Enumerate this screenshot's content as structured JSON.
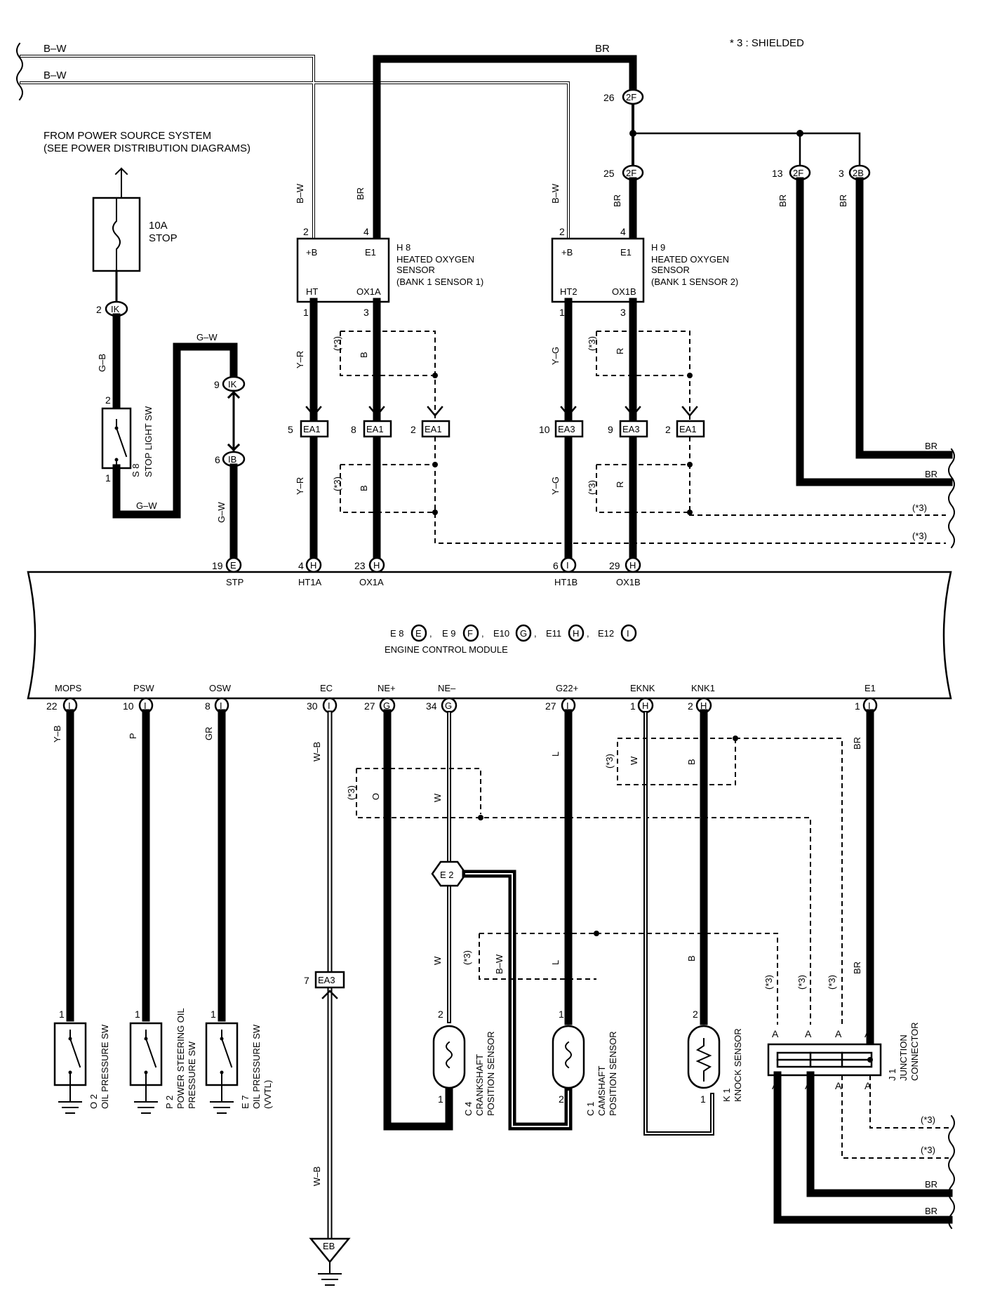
{
  "note": "* 3 : SHIELDED",
  "shielded_mark": "(*3)",
  "power": {
    "from_line1": "FROM POWER SOURCE SYSTEM",
    "from_line2": "(SEE POWER DISTRIBUTION DIAGRAMS)",
    "fuse_rating": "10A",
    "fuse_name": "STOP"
  },
  "wire_colors": {
    "bw": "B–W",
    "br": "BR",
    "gb": "G–B",
    "gw": "G–W",
    "yr": "Y–R",
    "yg": "Y–G",
    "b": "B",
    "r": "R",
    "yb": "Y–B",
    "p": "P",
    "gr": "GR",
    "wb": "W–B",
    "o": "O",
    "w": "W",
    "l": "L",
    "bw2": "B–W"
  },
  "connectors": {
    "ik": "IK",
    "ib": "IB",
    "f2": "2F",
    "b2": "2B",
    "ea1": "EA1",
    "ea3": "EA3",
    "eb": "EB",
    "e2": "E 2",
    "e": "E",
    "h": "H",
    "i": "I",
    "g": "G"
  },
  "pin_numbers": {
    "ik2": "2",
    "ik9": "9",
    "ib6": "6",
    "f26": "26",
    "f25": "25",
    "f13": "13",
    "b3": "3",
    "h8_2": "2",
    "h8_4": "4",
    "h8_1": "1",
    "h8_3": "3",
    "h9_2": "2",
    "h9_4": "4",
    "h9_1": "1",
    "h9_3": "3",
    "ea1_5": "5",
    "ea1_8": "8",
    "ea1_2a": "2",
    "ea3_10": "10",
    "ea3_9": "9",
    "ea1_2b": "2",
    "s8_2": "2",
    "s8_1": "1",
    "ecm_19": "19",
    "ecm_4": "4",
    "ecm_23": "23",
    "ecm_6": "6",
    "ecm_29": "29",
    "ecm_22": "22",
    "ecm_10": "10",
    "ecm_8": "8",
    "ecm_30": "30",
    "ecm_27a": "27",
    "ecm_34": "34",
    "ecm_27b": "27",
    "ecm_1a": "1",
    "ecm_2": "2",
    "ecm_1b": "1",
    "ea3_7": "7",
    "o2_1": "1",
    "p2_1": "1",
    "e7_1": "1",
    "c4_2": "2",
    "c4_1": "1",
    "c1_1": "1",
    "c1_2": "2",
    "k1_2": "2",
    "k1_1": "1",
    "j_a": "A"
  },
  "h8": {
    "pin_b": "+B",
    "pin_e1": "E1",
    "pin_ht": "HT",
    "pin_ox": "OX1A",
    "id": "H 8",
    "name1": "HEATED OXYGEN",
    "name2": "SENSOR",
    "name3": "(BANK 1 SENSOR 1)"
  },
  "h9": {
    "pin_b": "+B",
    "pin_e1": "E1",
    "pin_ht": "HT2",
    "pin_ox": "OX1B",
    "id": "H 9",
    "name1": "HEATED OXYGEN",
    "name2": "SENSOR",
    "name3": "(BANK 1 SENSOR 2)"
  },
  "s8": {
    "id": "S 8",
    "name": "STOP LIGHT SW"
  },
  "ecm": {
    "title": "ENGINE CONTROL MODULE",
    "connectors": [
      "E 8",
      "E 9",
      "E10",
      "E11",
      "E12"
    ],
    "connector_letters": [
      "E",
      "F",
      "G",
      "H",
      "I"
    ],
    "top_terms": [
      "STP",
      "HT1A",
      "OX1A",
      "HT1B",
      "OX1B"
    ],
    "bottom_terms": [
      "MOPS",
      "PSW",
      "OSW",
      "EC",
      "NE+",
      "NE–",
      "G22+",
      "EKNK",
      "KNK1",
      "E1"
    ]
  },
  "components": {
    "o2_id": "O 2",
    "o2_name": "OIL PRESSURE SW",
    "p2_id": "P 2",
    "p2_name1": "POWER STEERING OIL",
    "p2_name2": "PRESSURE SW",
    "e7_id": "E 7",
    "e7_name1": "OIL PRESSURE SW",
    "e7_name2": "(VVTL)",
    "c4_id": "C 4",
    "c4_name1": "CRANKSHAFT",
    "c4_name2": "POSITION SENSOR",
    "c1_id": "C 1",
    "c1_name1": "CAMSHAFT",
    "c1_name2": "POSITION SENSOR",
    "k1_id": "K 1",
    "k1_name": "KNOCK SENSOR",
    "j1_id": "J 1",
    "j1_name1": "JUNCTION",
    "j1_name2": "CONNECTOR"
  },
  "separator": ","
}
